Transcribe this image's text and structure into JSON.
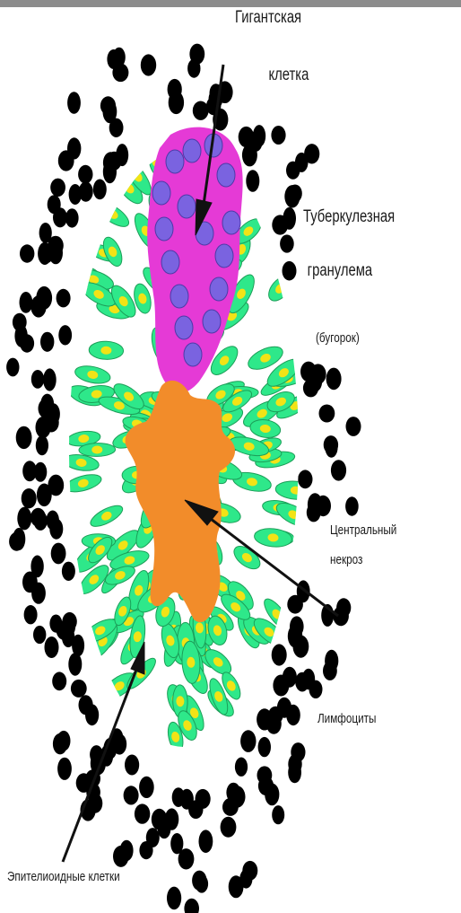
{
  "labels": {
    "giant_cell": [
      "Гигантская",
      "клетка"
    ],
    "granuloma": [
      "Туберкулезная",
      "гранулема"
    ],
    "tubercle": "(бугорок)",
    "necrosis": [
      "Центральный",
      "некроз"
    ],
    "lymphocytes": "Лимфоциты",
    "epithelioid": "Эпителиоидные клетки"
  },
  "colors": {
    "lymphocyte": "#000000",
    "epithelioid_cell": "#2ee88a",
    "epithelioid_nucleus": "#f2e316",
    "giant_cell": "#e53ad6",
    "giant_nucleus": "#7a63e0",
    "necrosis": "#f28c2a",
    "arrow": "#111111",
    "top_bar": "#8c8c8c"
  }
}
